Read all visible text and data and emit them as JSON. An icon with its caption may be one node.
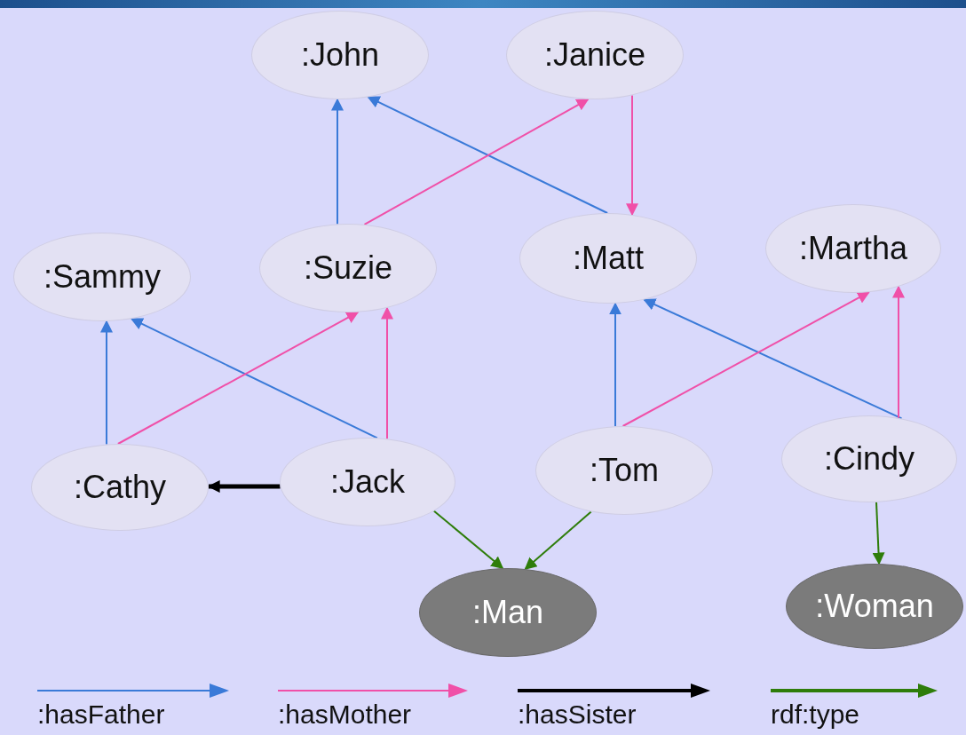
{
  "diagram": {
    "nodes": [
      {
        "text": [
          ":John"
        ]
      },
      {
        "text": [
          ":Janice"
        ]
      },
      {
        "text": [
          ":Sammy"
        ]
      },
      {
        "text": [
          ":Suzie"
        ]
      },
      {
        "text": [
          ":Matt"
        ]
      },
      {
        "text": [
          ":Martha"
        ]
      },
      {
        "text": [
          ":Cathy"
        ]
      },
      {
        "text": [
          ":Jack"
        ]
      },
      {
        "text": [
          ":Tom"
        ]
      },
      {
        "text": [
          ":Cindy"
        ]
      },
      {
        "text": [
          ":Man"
        ]
      },
      {
        "text": [
          ":Woman"
        ]
      }
    ],
    "edges": [
      {
        "from": 3,
        "to": 0,
        "arrow": "to"
      },
      {
        "from": 4,
        "to": 0,
        "arrow": "to"
      },
      {
        "from": 3,
        "to": 1,
        "arrow": "to",
        "color": "#f050a8"
      },
      {
        "from": 1,
        "to": 4,
        "arrow": "to",
        "color": "#f050a8"
      },
      {
        "from": 6,
        "to": 2,
        "arrow": "to"
      },
      {
        "from": 7,
        "to": 2,
        "arrow": "to"
      },
      {
        "from": 6,
        "to": 3,
        "arrow": "to",
        "color": "#f050a8"
      },
      {
        "from": 7,
        "to": 3,
        "arrow": "to",
        "color": "#f050a8"
      },
      {
        "from": 8,
        "to": 4,
        "arrow": "to"
      },
      {
        "from": 9,
        "to": 4,
        "arrow": "to"
      },
      {
        "from": 8,
        "to": 5,
        "arrow": "to",
        "color": "#f050a8"
      },
      {
        "from": 9,
        "to": 5,
        "arrow": "to",
        "color": "#f050a8"
      },
      {
        "from": 7,
        "to": 6,
        "arrow": "to",
        "style": "thick",
        "color": "#000000"
      },
      {
        "from": 7,
        "to": 10,
        "arrow": "to",
        "color": "#2e7d0a"
      },
      {
        "from": 8,
        "to": 10,
        "arrow": "to",
        "color": "#2e7d0a"
      },
      {
        "from": 9,
        "to": 11,
        "arrow": "to",
        "color": "#2e7d0a"
      }
    ],
    "legend": [
      {
        "text": ":hasFather"
      },
      {
        "text": ":hasMother"
      },
      {
        "text": ":hasSister"
      },
      {
        "text": "rdf:type"
      }
    ]
  }
}
